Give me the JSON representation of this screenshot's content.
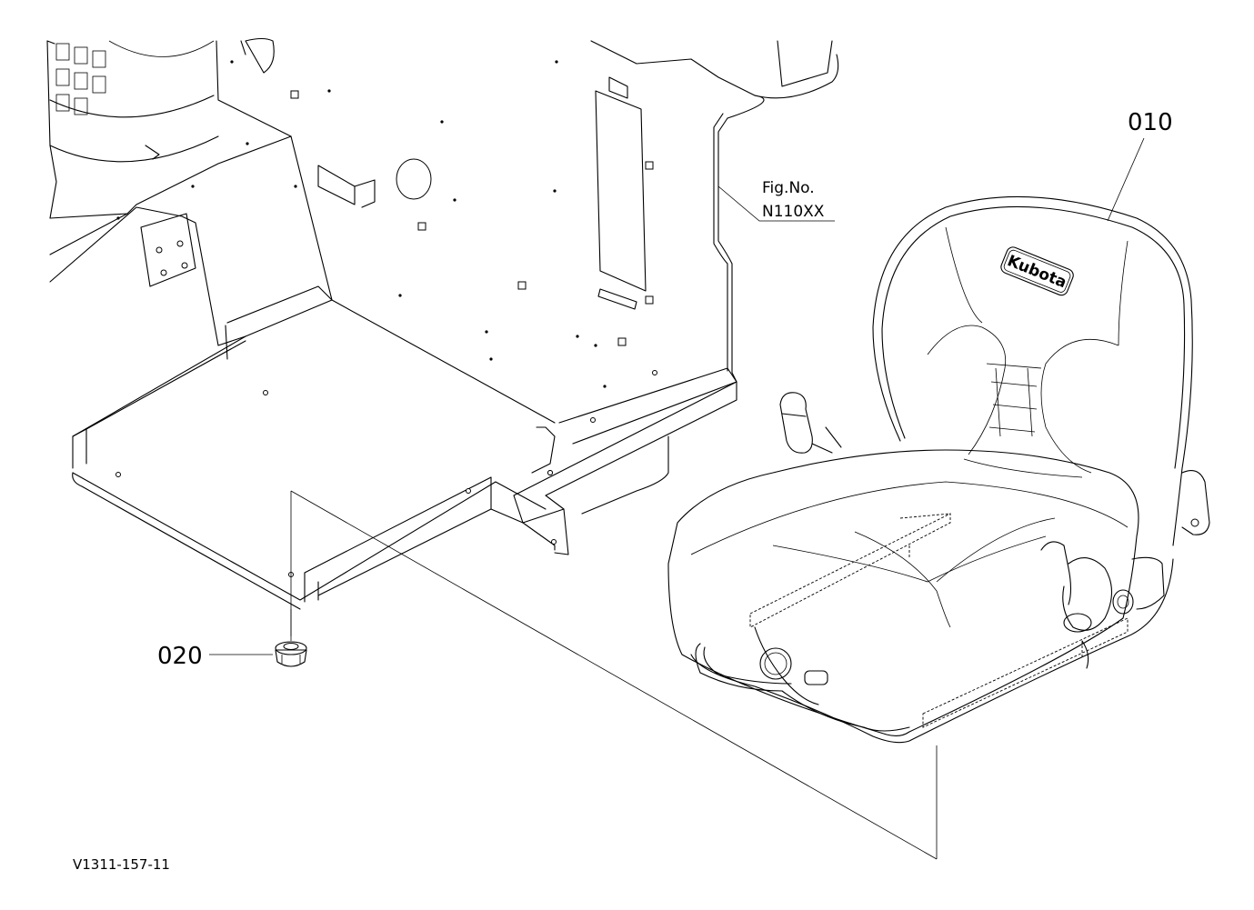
{
  "parts": [
    {
      "callout": "010",
      "description": "seat"
    },
    {
      "callout": "020",
      "description": "flange nut"
    }
  ],
  "figure_reference": {
    "line1": "Fig.No.",
    "line2": "N110XX"
  },
  "seat_logo": "Kubota",
  "drawing_code": "V1311-157-11",
  "colors": {
    "line": "#000000",
    "background": "#ffffff"
  }
}
